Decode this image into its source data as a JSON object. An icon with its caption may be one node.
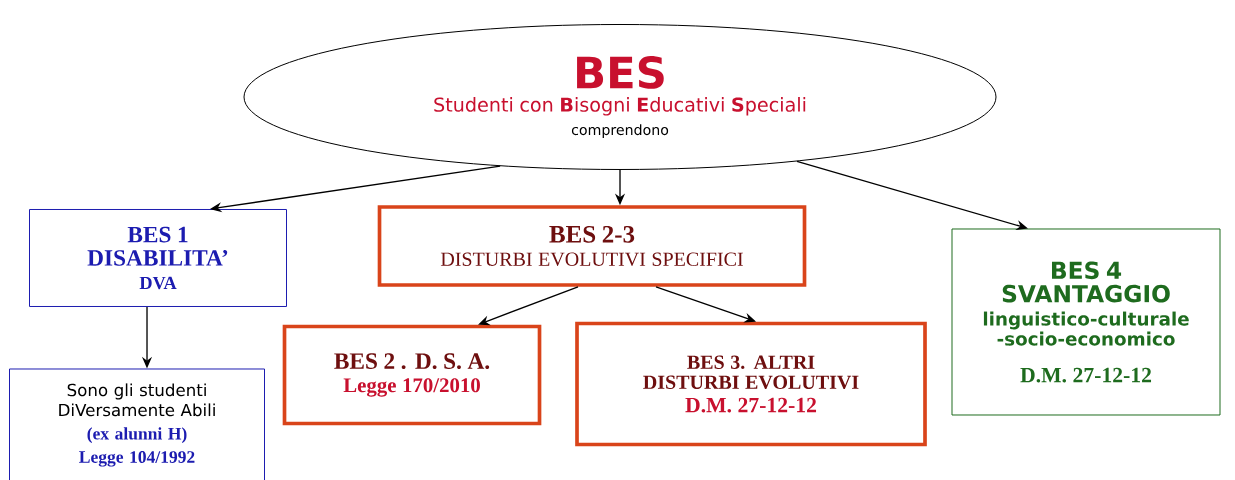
{
  "diagram": {
    "nodes": [
      {
        "text": [
          "BES",
          "Studenti con **B**isogni **E**ducativi **S**peciali",
          "comprendono"
        ]
      },
      {
        "text": [
          "BES 1",
          "DISABILITA’",
          "DVA"
        ]
      },
      {
        "text": [
          "BES 2-3",
          "DISTURBI EVOLUTIVI SPECIFICI"
        ]
      },
      {
        "text": [
          "BES 4",
          "SVANTAGGIO",
          "linguistico-culturale -socio-economico",
          "D.M. 27-12-12"
        ]
      },
      {
        "text": [
          "Sono gli studenti DiVersamente Abili",
          "(ex alunni H)",
          "Legge 104/1992"
        ]
      },
      {
        "text": [
          "BES 2 . D. S. A.",
          "Legge 170/2010"
        ]
      },
      {
        "text": [
          "BES 3. ALTRI DISTURBI EVOLUTIVI",
          "D.M. 27-12-12"
        ]
      }
    ],
    "edges": [
      {
        "from": 0,
        "to": 1,
        "arrow": "to"
      },
      {
        "from": 0,
        "to": 2,
        "arrow": "to"
      },
      {
        "from": 0,
        "to": 3,
        "arrow": "to"
      },
      {
        "from": 1,
        "to": 4,
        "arrow": "to"
      },
      {
        "from": 2,
        "to": 5,
        "arrow": "to"
      },
      {
        "from": 2,
        "to": 6,
        "arrow": "to"
      }
    ]
  }
}
